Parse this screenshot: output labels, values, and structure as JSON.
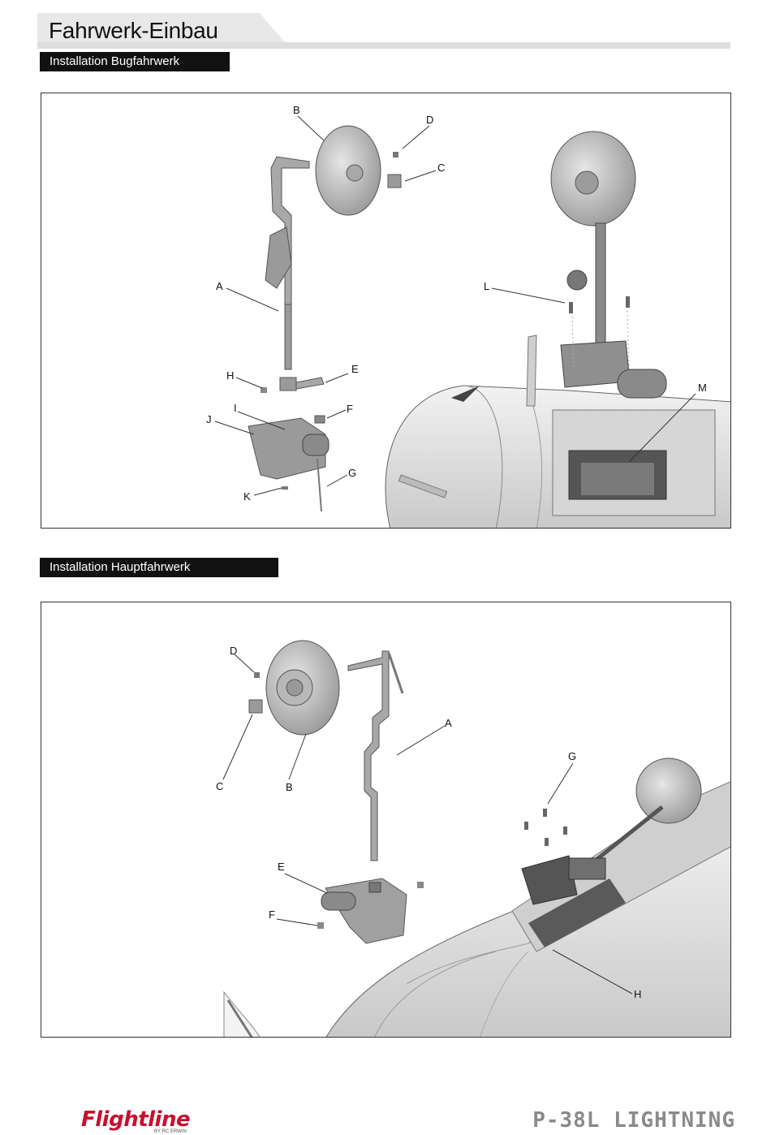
{
  "header": {
    "title": "Fahrwerk-Einbau"
  },
  "sections": {
    "nose": {
      "label": "Installation Bugfahrwerk",
      "callouts": {
        "A": "A",
        "B": "B",
        "C": "C",
        "D": "D",
        "E": "E",
        "F": "F",
        "G": "G",
        "H": "H",
        "I": "I",
        "J": "J",
        "K": "K",
        "L": "L",
        "M": "M"
      }
    },
    "main": {
      "label": "Installation Hauptfahrwerk",
      "callouts": {
        "A": "A",
        "B": "B",
        "C": "C",
        "D": "D",
        "E": "E",
        "F": "F",
        "G": "G",
        "H": "H"
      }
    }
  },
  "footer": {
    "logo": "Flightline",
    "logo_sub": "BY RC ERWIN",
    "model": "P-38L LIGHTNING"
  },
  "colors": {
    "accent_red": "#c8102e",
    "model_gray": "#8a8a8a",
    "part_gray": "#bdbdbd"
  }
}
